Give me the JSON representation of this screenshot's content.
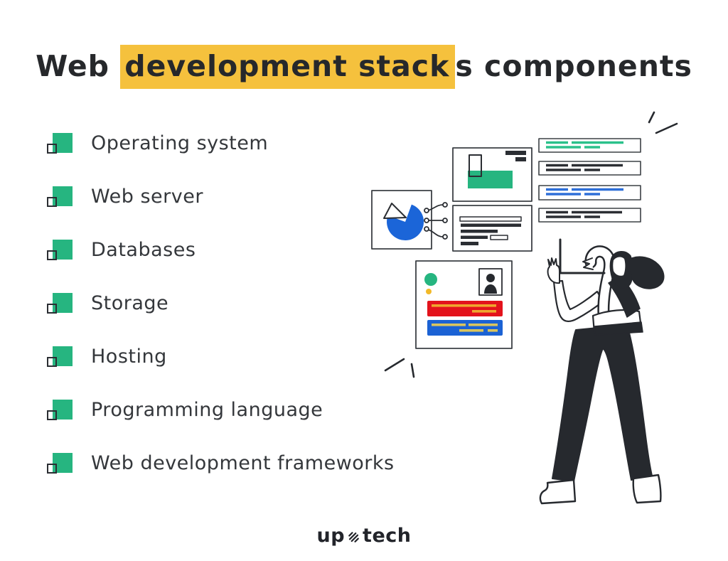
{
  "title": {
    "text_before": "Web ",
    "text_highlighted": "development stack",
    "text_after": "s components",
    "highlight_color": "#f5c13d"
  },
  "stack_list": {
    "items": [
      {
        "label": "Operating system"
      },
      {
        "label": "Web server"
      },
      {
        "label": "Databases"
      },
      {
        "label": "Storage"
      },
      {
        "label": "Hosting"
      },
      {
        "label": "Programming language"
      },
      {
        "label": "Web development frameworks"
      }
    ]
  },
  "footer": {
    "logo_text_before": "up",
    "logo_text_after": "tech"
  },
  "colors": {
    "dark": "#26292e",
    "green": "#26b580",
    "green_lines": "#2bc18b",
    "blue_pie": "#1b65d8",
    "blue_lines": "#2e6fd8",
    "blue_bar": "#1b62d4",
    "red_bar": "#e3131c",
    "yellow_highlight": "#f5c13d",
    "yellow_dot": "#f2b928",
    "orange_lines": "#f0a62e",
    "khaki_lines": "#d9c45f",
    "card_border": "#3c4045"
  }
}
